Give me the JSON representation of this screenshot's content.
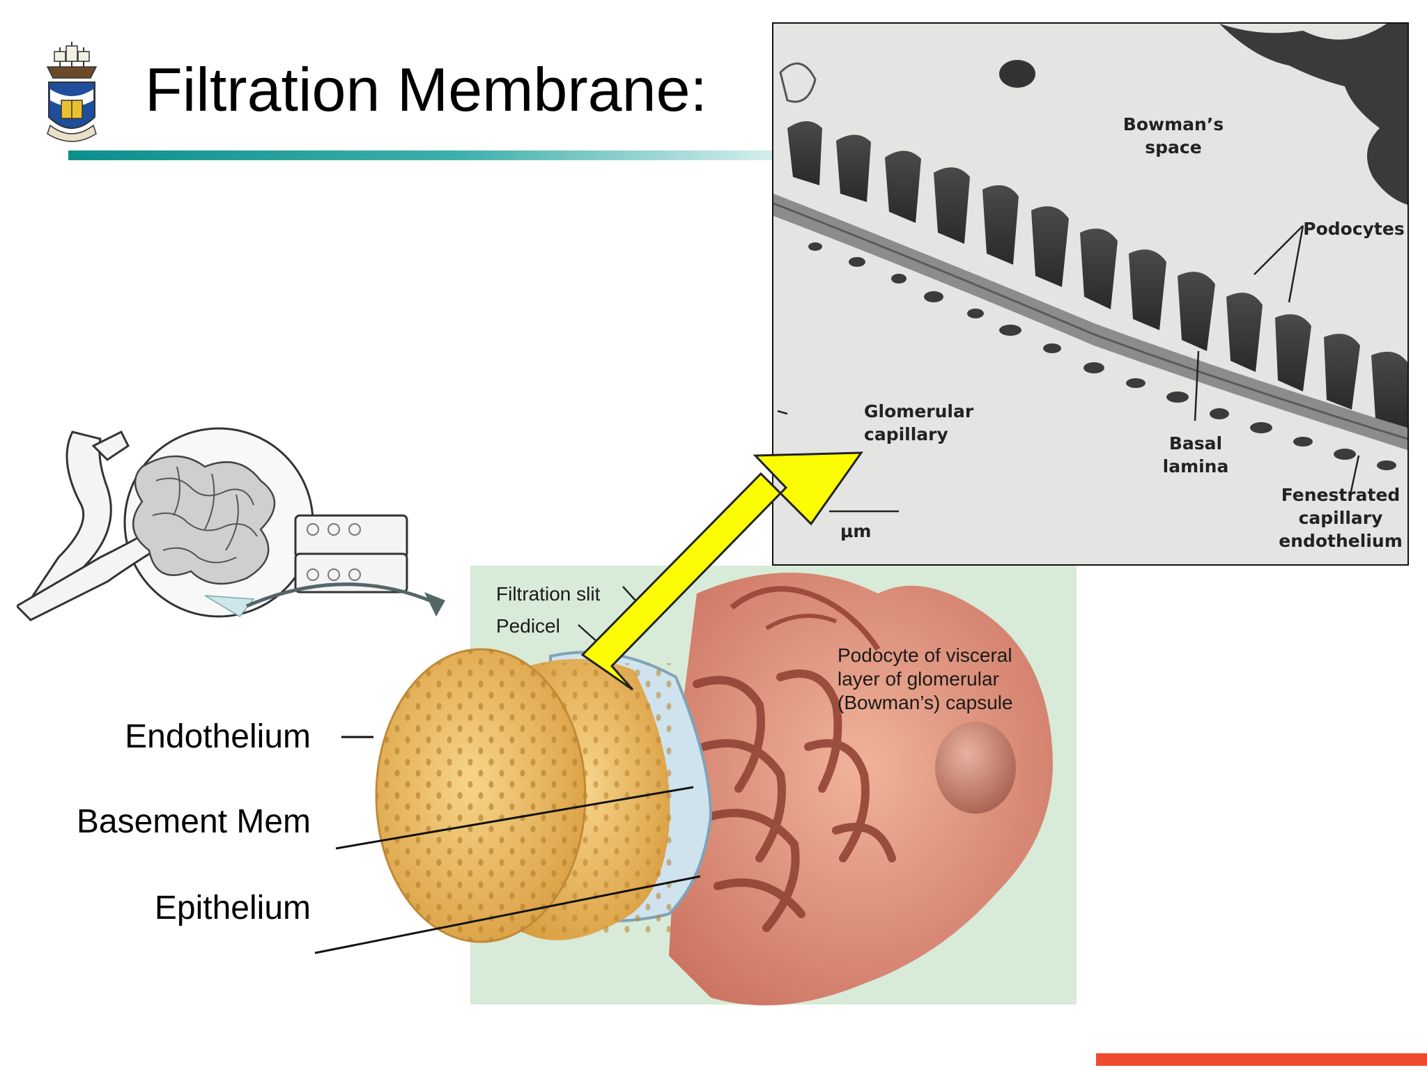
{
  "slide": {
    "title": "Filtration Membrane:",
    "colors": {
      "title_rule": "#0c8f8b",
      "bottom_accent": "#ef4b2c",
      "pointer_arrow": "#ffff00"
    }
  },
  "logo": {
    "icon": "university-crest-icon"
  },
  "left_labels": [
    "Endothelium",
    "Basement Mem",
    "Epithelium"
  ],
  "micrograph": {
    "labels": {
      "bowmans_space": "Bowman’s\nspace",
      "podocytes": "Podocytes",
      "glomerular_capillary": "Glomerular\ncapillary",
      "basal_lamina": "Basal\nlamina",
      "fenestrated": "Fenestrated\ncapillary\nendothelium",
      "scale": "μm"
    }
  },
  "illustration": {
    "labels": {
      "filtration_slit": "Filtration slit",
      "pedicel": "Pedicel",
      "podocyte": "Podocyte of visceral\nlayer of glomerular\n(Bowman’s) capsule"
    }
  }
}
